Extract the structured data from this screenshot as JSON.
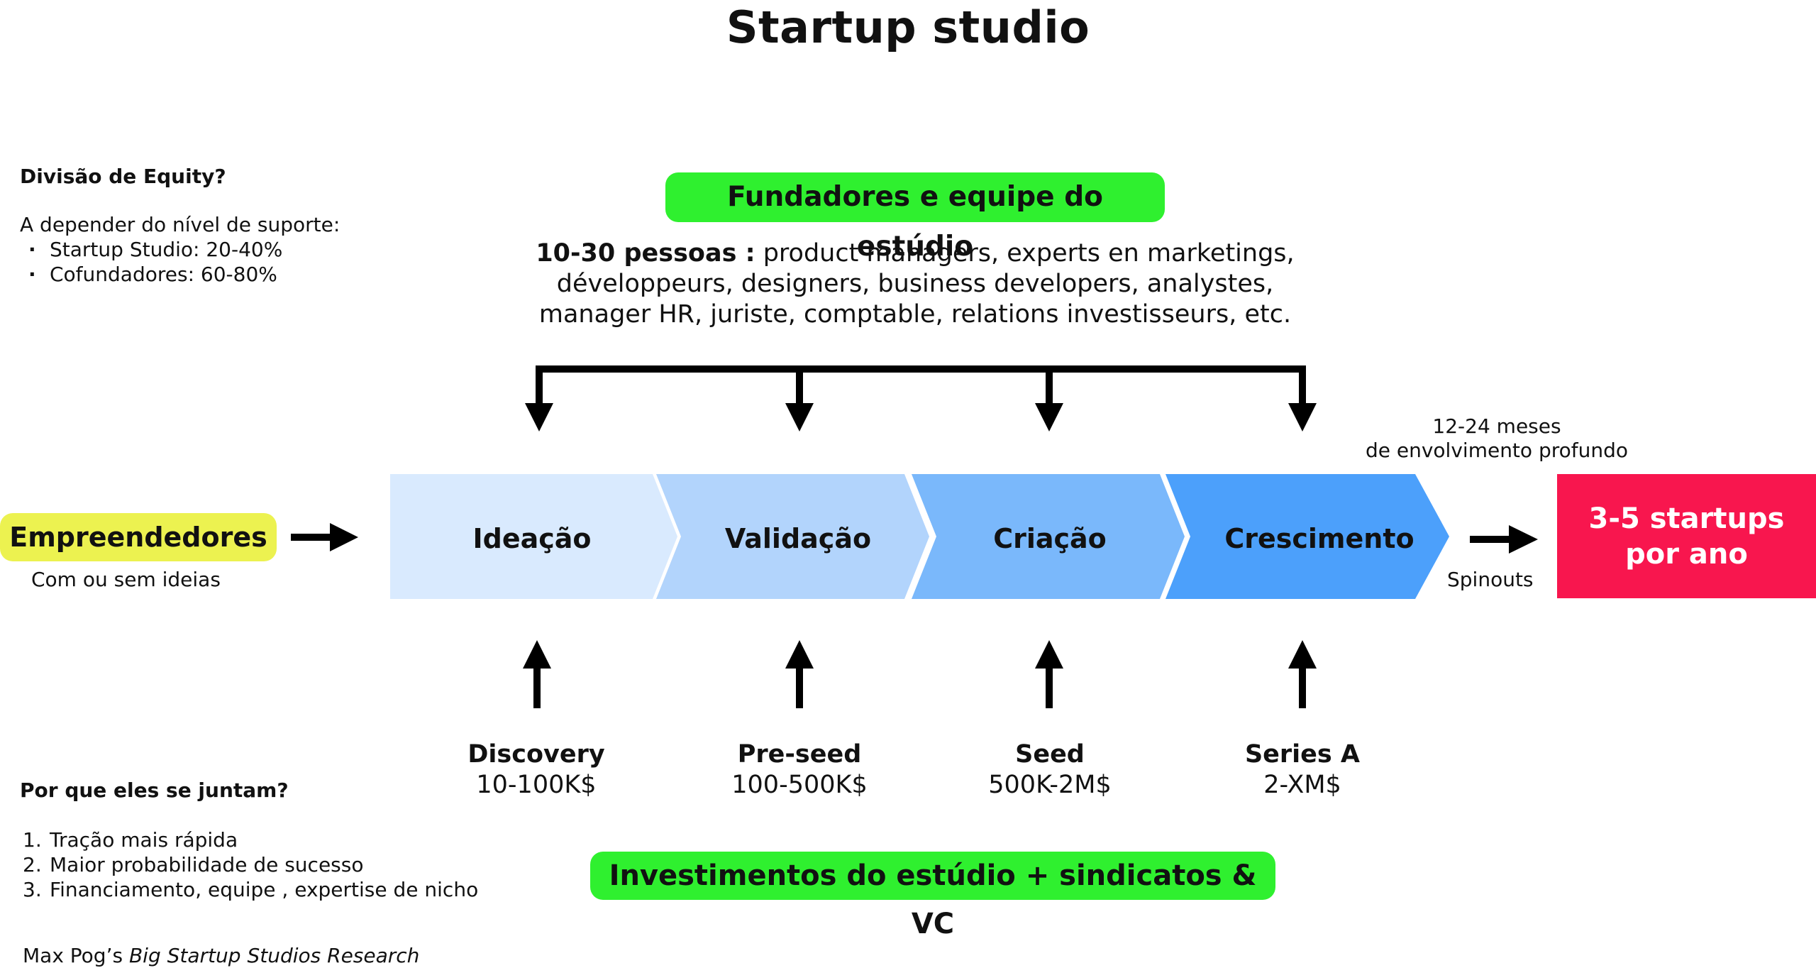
{
  "title": "Startup studio",
  "equity": {
    "heading": "Divisão de Equity?",
    "intro": "A depender do nível de suporte:",
    "items": [
      "Startup Studio: 20-40%",
      "Cofundadores: 60-80%"
    ]
  },
  "team": {
    "pill": "Fundadores e equipe do estúdio",
    "count": "10-30 pessoas :",
    "line1": " product managers, experts en marketings,",
    "line2": "développeurs, designers, business developers, analystes,",
    "line3": "manager HR, juriste, comptable, relations investisseurs, etc."
  },
  "input": {
    "pill": "Empreendedores",
    "subtitle": "Com ou sem ideias"
  },
  "stages": [
    "Ideação",
    "Validação",
    "Criação",
    "Crescimento"
  ],
  "output": {
    "duration_line1": "12-24 meses",
    "duration_line2": "de envolvimento profundo",
    "spinouts": "Spinouts",
    "box_line1": "3-5 startups",
    "box_line2": "por ano"
  },
  "rounds": [
    {
      "name": "Discovery",
      "amount": "10-100K$"
    },
    {
      "name": "Pre-seed",
      "amount": "100-500K$"
    },
    {
      "name": "Seed",
      "amount": "500K-2M$"
    },
    {
      "name": "Series A",
      "amount": "2-XM$"
    }
  ],
  "investment_pill": "Investimentos do estúdio + sindicatos & VC",
  "why": {
    "heading": "Por que eles se juntam?",
    "items": [
      {
        "num": "1.",
        "text": "Tração mais rápida"
      },
      {
        "num": "2.",
        "text": "Maior probabilidade de sucesso"
      },
      {
        "num": "3.",
        "text": "Financiamento, equipe , expertise de nicho"
      }
    ]
  },
  "credit": {
    "author": "Max Pog’s ",
    "work": "Big Startup Studios Research"
  },
  "colors": {
    "green": "#2ff02f",
    "yellow": "#ecf250",
    "red": "#f8164e",
    "stage1": "#d9eafe",
    "stage2": "#b2d4fc",
    "stage3": "#7ab8fb",
    "stage4": "#4ca0fb"
  }
}
